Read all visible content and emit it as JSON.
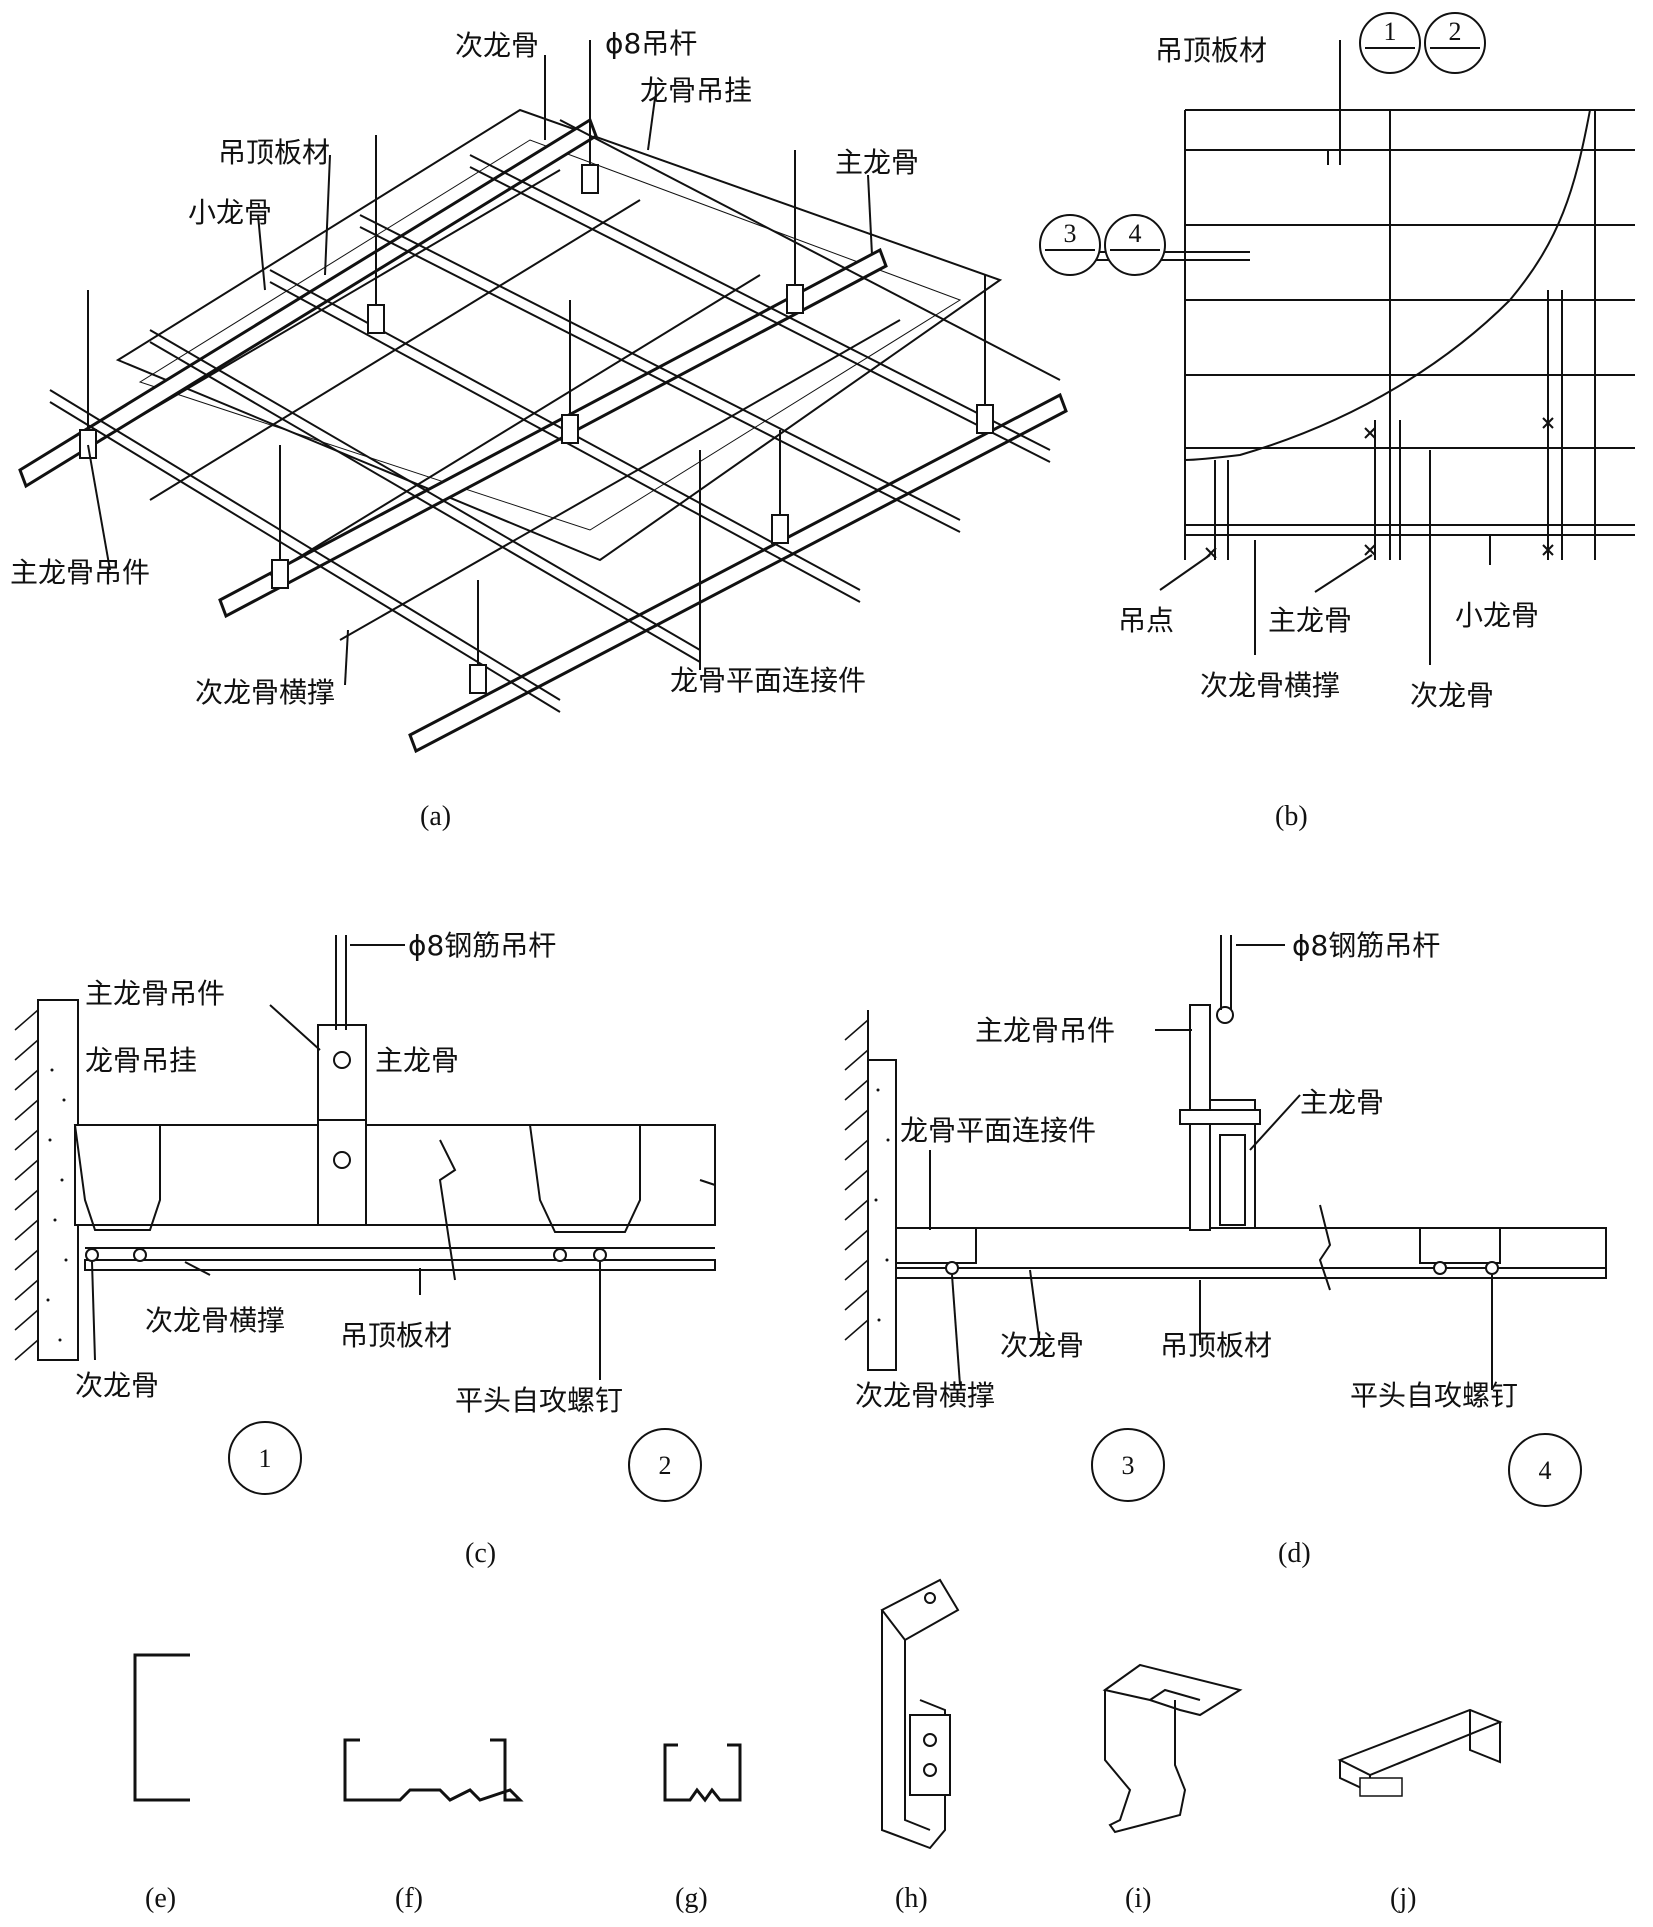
{
  "panels": {
    "a": {
      "caption": "(a)",
      "labels": {
        "secondary_keel": "次龙骨",
        "phi8_rod": "ϕ8吊杆",
        "keel_hanger": "龙骨吊挂",
        "ceiling_board": "吊顶板材",
        "main_keel": "主龙骨",
        "small_keel": "小龙骨",
        "main_keel_hanger": "主龙骨吊件",
        "secondary_brace": "次龙骨横撑",
        "plane_connector": "龙骨平面连接件"
      }
    },
    "b": {
      "caption": "(b)",
      "labels": {
        "ceiling_board": "吊顶板材",
        "hang_point": "吊点",
        "main_keel": "主龙骨",
        "small_keel": "小龙骨",
        "secondary_brace": "次龙骨横撑",
        "secondary_keel": "次龙骨"
      },
      "section_marks": [
        "1",
        "2",
        "3",
        "4"
      ]
    },
    "c": {
      "caption": "(c)",
      "labels": {
        "phi8_steel_rod": "ϕ8钢筋吊杆",
        "main_keel_hanger": "主龙骨吊件",
        "keel_hanger": "龙骨吊挂",
        "main_keel": "主龙骨",
        "secondary_brace": "次龙骨横撑",
        "ceiling_board": "吊顶板材",
        "secondary_keel": "次龙骨",
        "screw": "平头自攻螺钉"
      },
      "details": [
        "1",
        "2"
      ]
    },
    "d": {
      "caption": "(d)",
      "labels": {
        "phi8_steel_rod": "ϕ8钢筋吊杆",
        "main_keel_hanger": "主龙骨吊件",
        "main_keel": "主龙骨",
        "plane_connector": "龙骨平面连接件",
        "secondary_keel": "次龙骨",
        "ceiling_board": "吊顶板材",
        "secondary_brace": "次龙骨横撑",
        "screw": "平头自攻螺钉"
      },
      "details": [
        "3",
        "4"
      ]
    },
    "parts": {
      "e": "(e)",
      "f": "(f)",
      "g": "(g)",
      "h": "(h)",
      "i": "(i)",
      "j": "(j)"
    }
  }
}
